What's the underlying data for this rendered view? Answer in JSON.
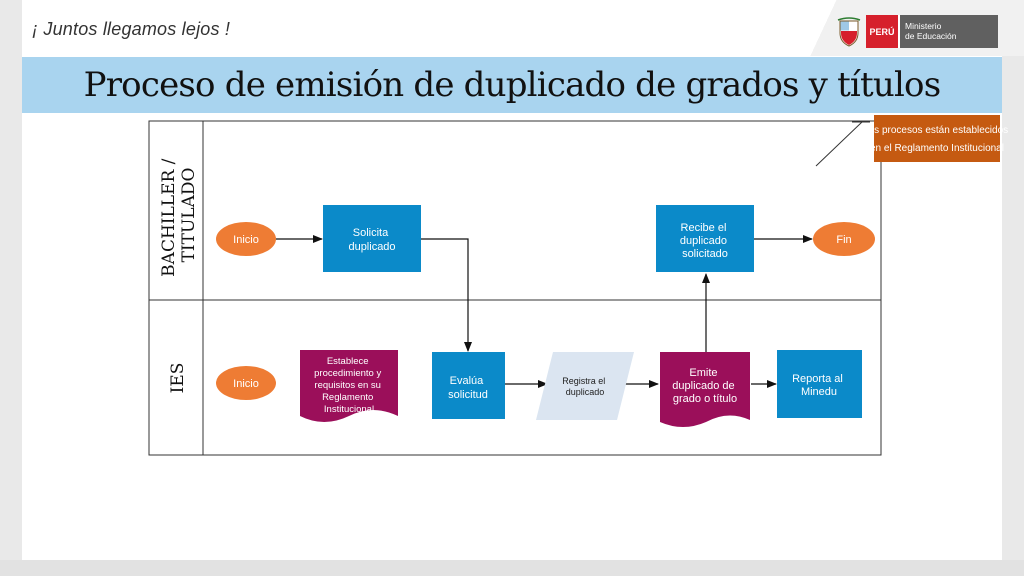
{
  "header": {
    "slogan": "¡ Juntos llegamos lejos !",
    "logo": {
      "country": "PERÚ",
      "ministry_line1": "Ministerio",
      "ministry_line2": "de Educación"
    }
  },
  "title": "Proceso de emisión de duplicado de grados y títulos",
  "note": {
    "lines": [
      "Los procesos están establecidos",
      "en el Reglamento Institucional"
    ],
    "color": "#c55a11"
  },
  "lanes": [
    {
      "id": "bachiller",
      "lines": [
        "BACHILLER /",
        "TITULADO"
      ]
    },
    {
      "id": "ies",
      "lines": [
        "IES"
      ]
    }
  ],
  "colors": {
    "blue": "#0b8ac9",
    "orange": "#ee7c34",
    "purple": "#9b0f5a",
    "light": "#dbe5f1"
  },
  "nodes": {
    "inicio_bachiller": {
      "lines": [
        "Inicio"
      ]
    },
    "solicita": {
      "lines": [
        "Solicita",
        "duplicado"
      ]
    },
    "recibe": {
      "lines": [
        "Recibe el",
        "duplicado",
        "solicitado"
      ]
    },
    "fin": {
      "lines": [
        "Fin"
      ]
    },
    "inicio_ies": {
      "lines": [
        "Inicio"
      ]
    },
    "establece": {
      "lines": [
        "Establece",
        "procedimiento y",
        "requisitos en su",
        "Reglamento",
        "Institucional"
      ]
    },
    "evalua": {
      "lines": [
        "Evalúa",
        "solicitud"
      ]
    },
    "registra": {
      "lines": [
        "Registra el",
        "duplicado"
      ]
    },
    "emite": {
      "lines": [
        "Emite",
        "duplicado de",
        "grado o título"
      ]
    },
    "reporta": {
      "lines": [
        "Reporta al",
        "Minedu"
      ]
    }
  }
}
